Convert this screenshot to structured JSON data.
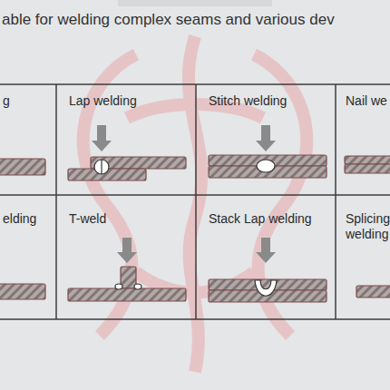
{
  "diagram": {
    "title": "able for welding complex seams and various dev",
    "labels": [
      "g",
      "Lap welding",
      "Stitch welding",
      "Nail we",
      "elding",
      "T-weld",
      "Stack Lap welding",
      "Splicing welding"
    ]
  }
}
